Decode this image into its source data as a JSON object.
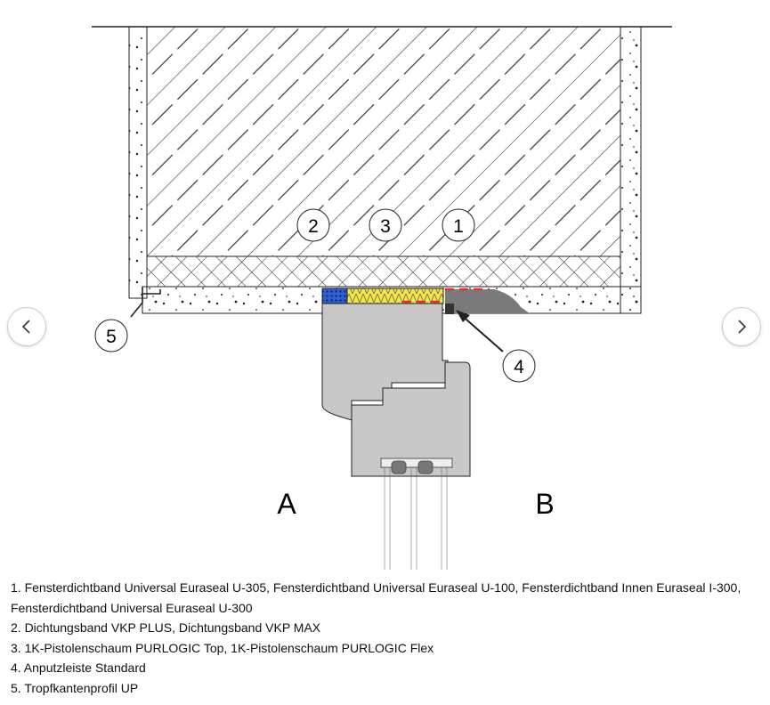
{
  "diagram": {
    "callouts": [
      "1",
      "2",
      "3",
      "4",
      "5"
    ],
    "sides": {
      "left": "A",
      "right": "B"
    },
    "colors": {
      "frame": "#c8c8c8",
      "foam": "#f2e64a",
      "tape_blue": "#2d5fd0",
      "tape_red": "#e03030",
      "plaster_dark": "#7a7a7a"
    }
  },
  "carousel": {
    "prev_icon": "chevron-left-icon",
    "next_icon": "chevron-right-icon"
  },
  "legend": [
    "1. Fensterdichtband Universal Euraseal U-305, Fensterdichtband Universal Euraseal U-100, Fensterdichtband Innen Euraseal I-300, Fensterdichtband Universal Euraseal U-300",
    "2. Dichtungsband VKP PLUS, Dichtungsband VKP MAX",
    "3. 1K-Pistolenschaum PURLOGIC Top, 1K-Pistolenschaum PURLOGIC Flex",
    "4. Anputzleiste Standard",
    "5. Tropfkantenprofil UP"
  ]
}
